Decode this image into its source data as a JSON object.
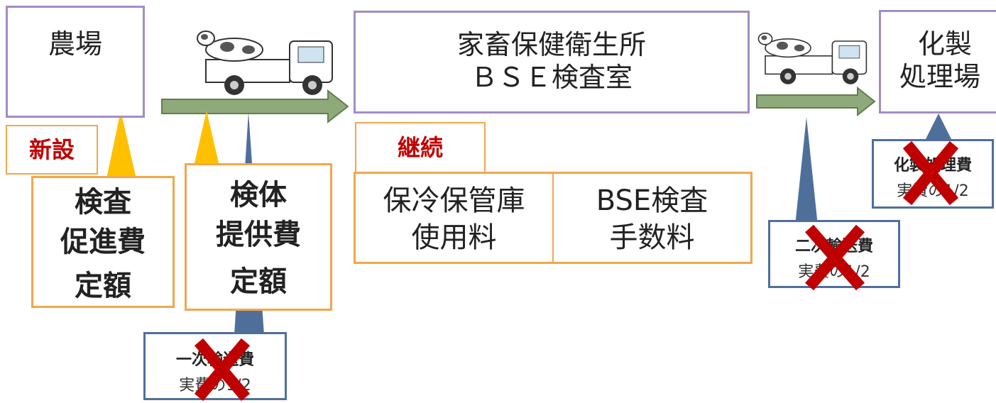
{
  "colors": {
    "arrow_fill": "#8faa7a",
    "farm_border": "#a48cc4",
    "new_tag": "#c00000",
    "orange": "#f2a74a",
    "pointer_yellow": "#ffc000",
    "pointer_blue": "#4f6f9b",
    "x_mark": "#c00000"
  },
  "farm": {
    "label": "農場"
  },
  "lab": {
    "line1": "家畜保健衛生所",
    "line2": "ＢＳＥ検査室"
  },
  "rendering": {
    "line1": "化製",
    "line2": "処理場"
  },
  "new_tag": "新設",
  "continue_tag": "継続",
  "exam_promo": {
    "line1": "検査",
    "line2": "促進費",
    "line3": "定額"
  },
  "sample_fee": {
    "line1": "検体",
    "line2": "提供費",
    "line3": "定額"
  },
  "lab_fees": [
    {
      "line1": "保冷保管庫",
      "line2": "使用料"
    },
    {
      "line1": "BSE検査",
      "line2": "手数料"
    }
  ],
  "transport1": {
    "label": "一次輸送費",
    "sub": "実費の1/2"
  },
  "transport2": {
    "label": "二次輸送費",
    "sub": "実費の1/2"
  },
  "rendering_cost": {
    "label": "化製処理費",
    "sub": "実費の1/2"
  },
  "icons": [
    "lying-cow-icon",
    "cow-truck-icon",
    "cow-truck-icon",
    "red-x-icon",
    "red-x-icon",
    "red-x-icon"
  ]
}
